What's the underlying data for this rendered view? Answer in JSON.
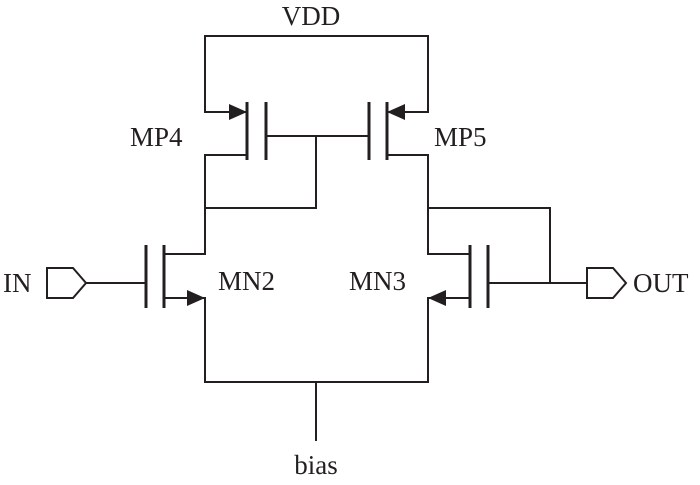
{
  "supply": {
    "label": "VDD"
  },
  "transistors": [
    {
      "id": "mp4",
      "label": "MP4",
      "type": "PMOS"
    },
    {
      "id": "mp5",
      "label": "MP5",
      "type": "PMOS"
    },
    {
      "id": "mn2",
      "label": "MN2",
      "type": "NMOS"
    },
    {
      "id": "mn3",
      "label": "MN3",
      "type": "NMOS"
    }
  ],
  "ports": {
    "input": {
      "label": "IN"
    },
    "output": {
      "label": "OUT"
    },
    "bias": {
      "label": "bias"
    }
  },
  "colors": {
    "ink": "#231f20",
    "background": "#ffffff"
  }
}
